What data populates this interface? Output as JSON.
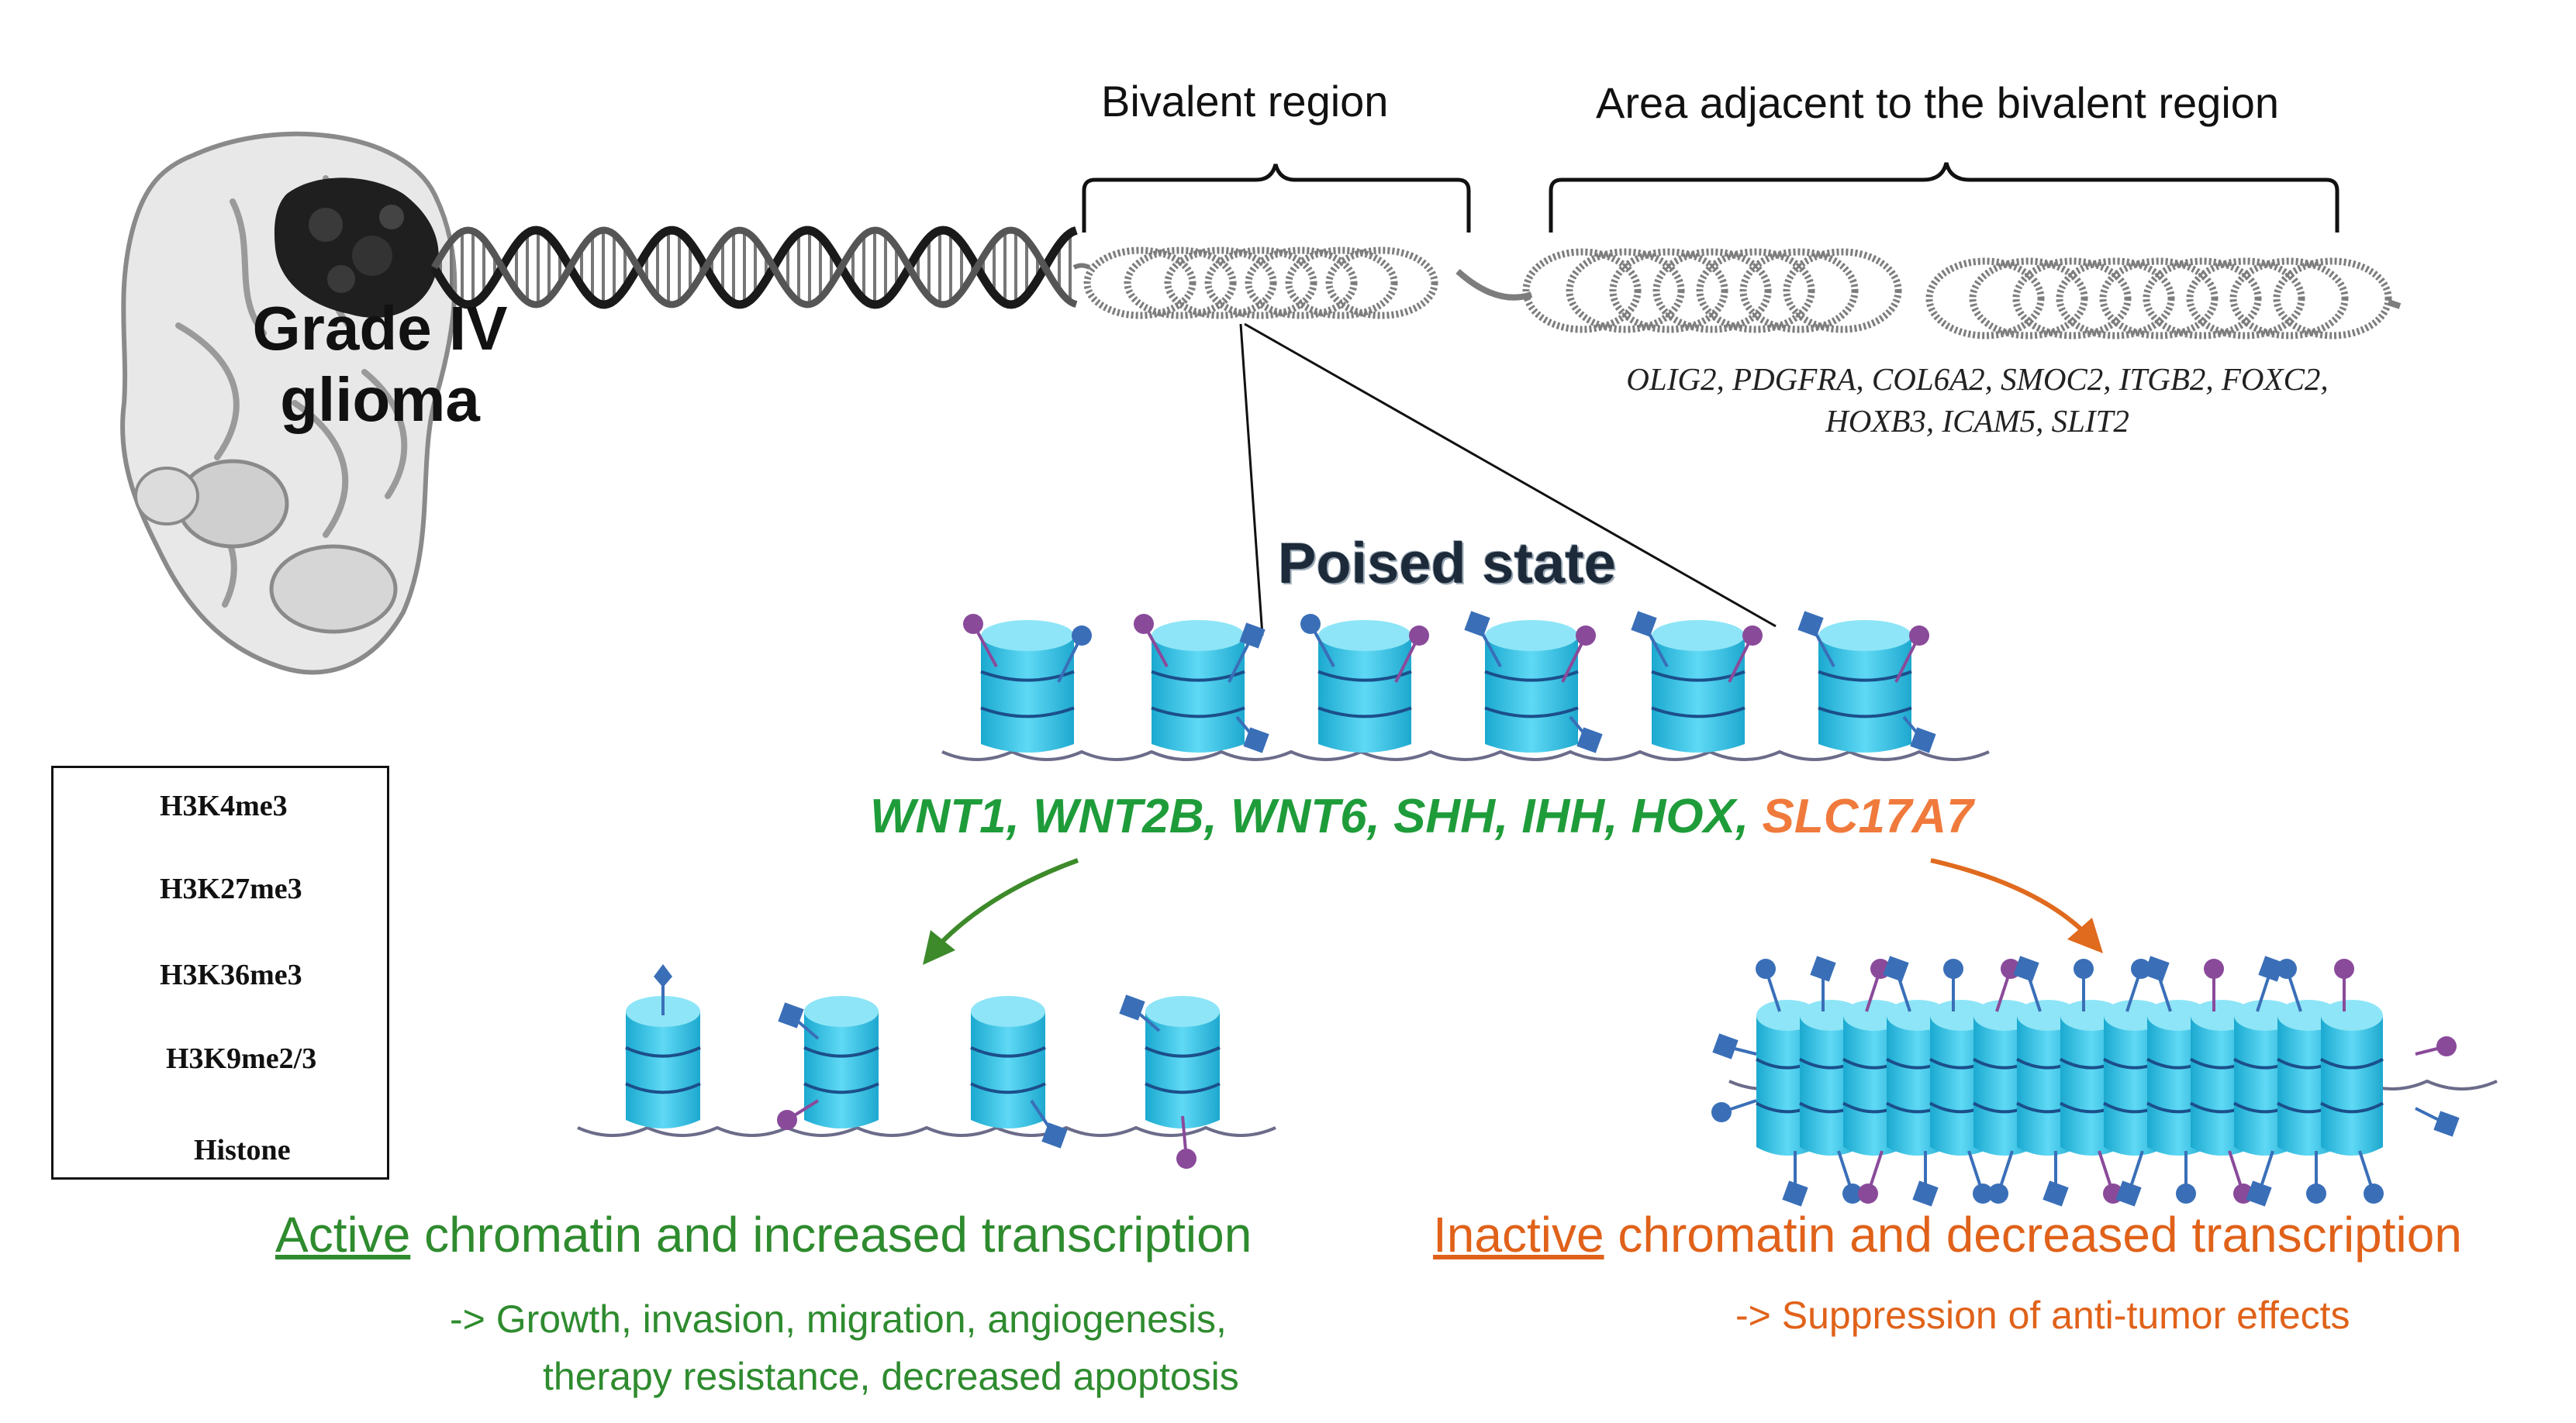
{
  "glioma_label": [
    "Grade IV",
    "glioma"
  ],
  "bivalent_region": "Bivalent region",
  "adjacent_region": "Area adjacent to the bivalent region",
  "adjacent_genes": [
    "OLIG2, PDGFRA, COL6A2, SMOC2, ITGB2, FOXC2,",
    "HOXB3, ICAM5, SLIT2"
  ],
  "poised_state": "Poised state",
  "poised_genes": {
    "active": "WNT1, WNT2B, WNT6, SHH, IHH, HOX,",
    "inactive": "SLC17A7"
  },
  "legend": [
    {
      "icon": "diamond-mark-icon",
      "label": "H3K4me3"
    },
    {
      "icon": "circle-mark-icon",
      "label": "H3K27me3"
    },
    {
      "icon": "square-mark-icon",
      "label": "H3K36me3"
    },
    {
      "icon": "hook-mark-icon",
      "label": "H3K9me2/3"
    },
    {
      "icon": "histone-icon",
      "label": "Histone"
    }
  ],
  "active_outcome": {
    "keyword": "Active",
    "title_rest": " chromatin and increased transcription",
    "lines": [
      "-> Growth, invasion, migration, angiogenesis,",
      "therapy resistance, decreased apoptosis"
    ]
  },
  "inactive_outcome": {
    "keyword": "Inactive",
    "title_rest": " chromatin and decreased transcription",
    "lines": [
      "-> Suppression of anti-tumor effects"
    ]
  },
  "colors": {
    "active": "#2e8b2e",
    "active_genes": "#1f9c3a",
    "inactive": "#e0621a",
    "inactive_genes": "#f07a3c",
    "histone": "#35c6e8",
    "mark": "#3a6fb8",
    "mark_k9": "#8a4a9a",
    "tumor": "#222222"
  }
}
